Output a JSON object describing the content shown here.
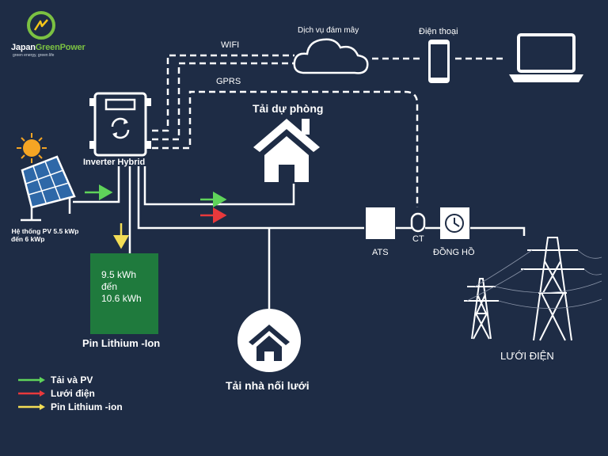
{
  "brand": {
    "name_part1": "Japan",
    "name_part2": "GreenPower",
    "tagline": "green energy, green life"
  },
  "nodes": {
    "cloud_label": "Dịch vụ đám mây",
    "phone_label": "Điện thoại",
    "wifi_label": "WIFI",
    "gprs_label": "GPRS",
    "inverter_label": "Inverter Hybrid",
    "backup_load_label": "Tải dự phòng",
    "pv_label_line1": "Hệ thống PV 5.5 kWp",
    "pv_label_line2": "đến 6 kWp",
    "battery_text_line1": "9.5 kWh",
    "battery_text_line2": "đến",
    "battery_text_line3": "10.6 kWh",
    "battery_label": "Pin Lithium -Ion",
    "ats_label": "ATS",
    "ct_label": "CT",
    "meter_label": "ĐỒNG HỒ",
    "grid_label": "LƯỚI ĐIỆN",
    "home_load_label": "Tải nhà nối lưới"
  },
  "legend": [
    {
      "label": "Tải và PV",
      "color": "#5fd35a"
    },
    {
      "label": "Lưới điện",
      "color": "#e8393c"
    },
    {
      "label": "Pin Lithium -ion",
      "color": "#f3dd56"
    }
  ],
  "colors": {
    "background": "#1e2c45",
    "line": "#ffffff",
    "battery": "#1f7a3d",
    "green_arrow": "#5fd35a",
    "red_arrow": "#e8393c",
    "yellow_arrow": "#f3dd56",
    "sun": "#f5a524"
  }
}
